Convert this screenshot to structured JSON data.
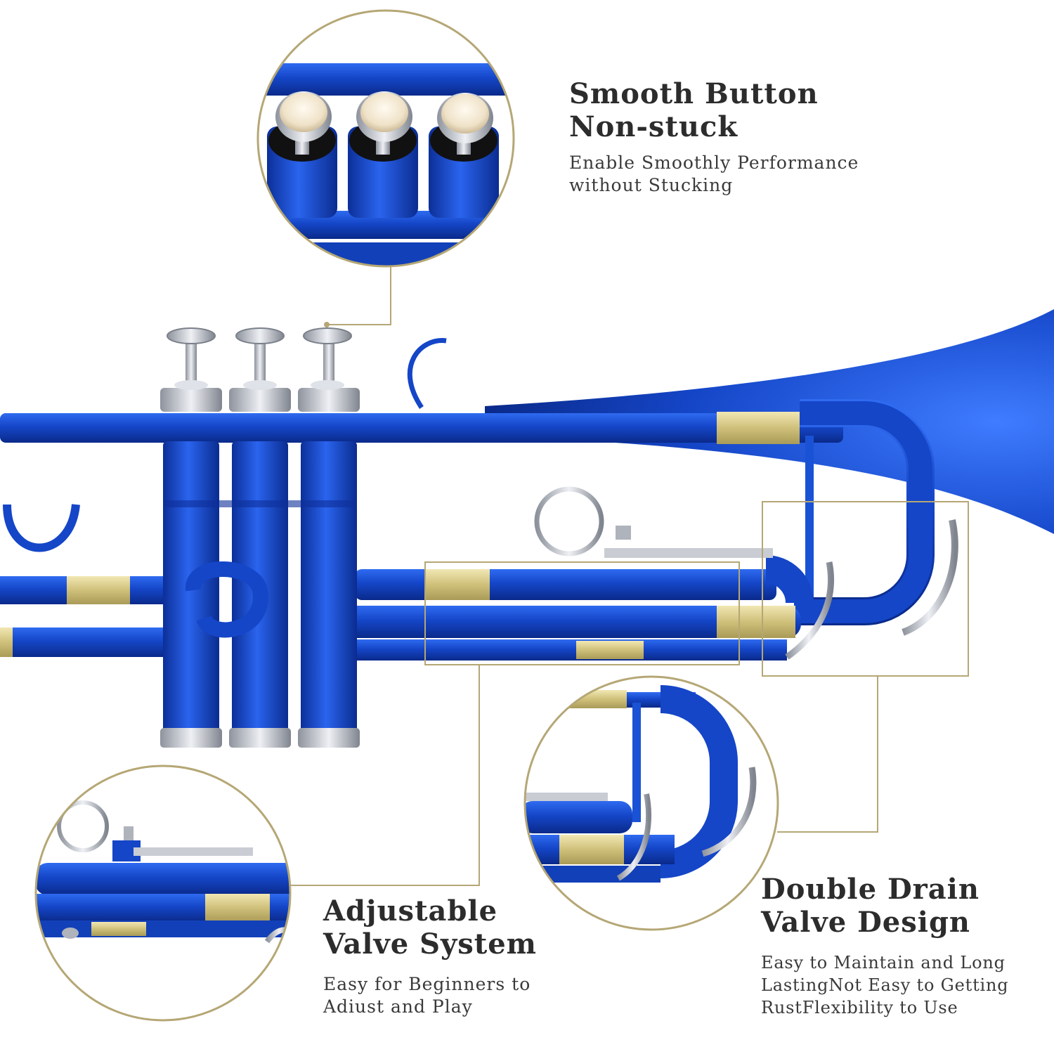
{
  "features": {
    "smooth_button": {
      "title_line1": "Smooth Button",
      "title_line2": "Non-stuck",
      "desc_line1": "Enable Smoothly Performance",
      "desc_line2": "without Stucking"
    },
    "adjustable_valve": {
      "title_line1": "Adjustable",
      "title_line2": "Valve System",
      "desc_line1": "Easy for Beginners to",
      "desc_line2": "Adiust and Play"
    },
    "double_drain": {
      "title_line1": "Double Drain",
      "title_line2": "Valve Design",
      "desc_line1": "Easy to Maintain and Long",
      "desc_line2": "LastingNot Easy to Getting",
      "desc_line3": "RustFlexibility to Use"
    }
  },
  "colors": {
    "trumpet_blue": "#1546c8",
    "trumpet_dark": "#0a2a8a",
    "brass": "#d9cc8a",
    "callout_gold": "#b5a775",
    "chrome": "#c9ccd3"
  }
}
